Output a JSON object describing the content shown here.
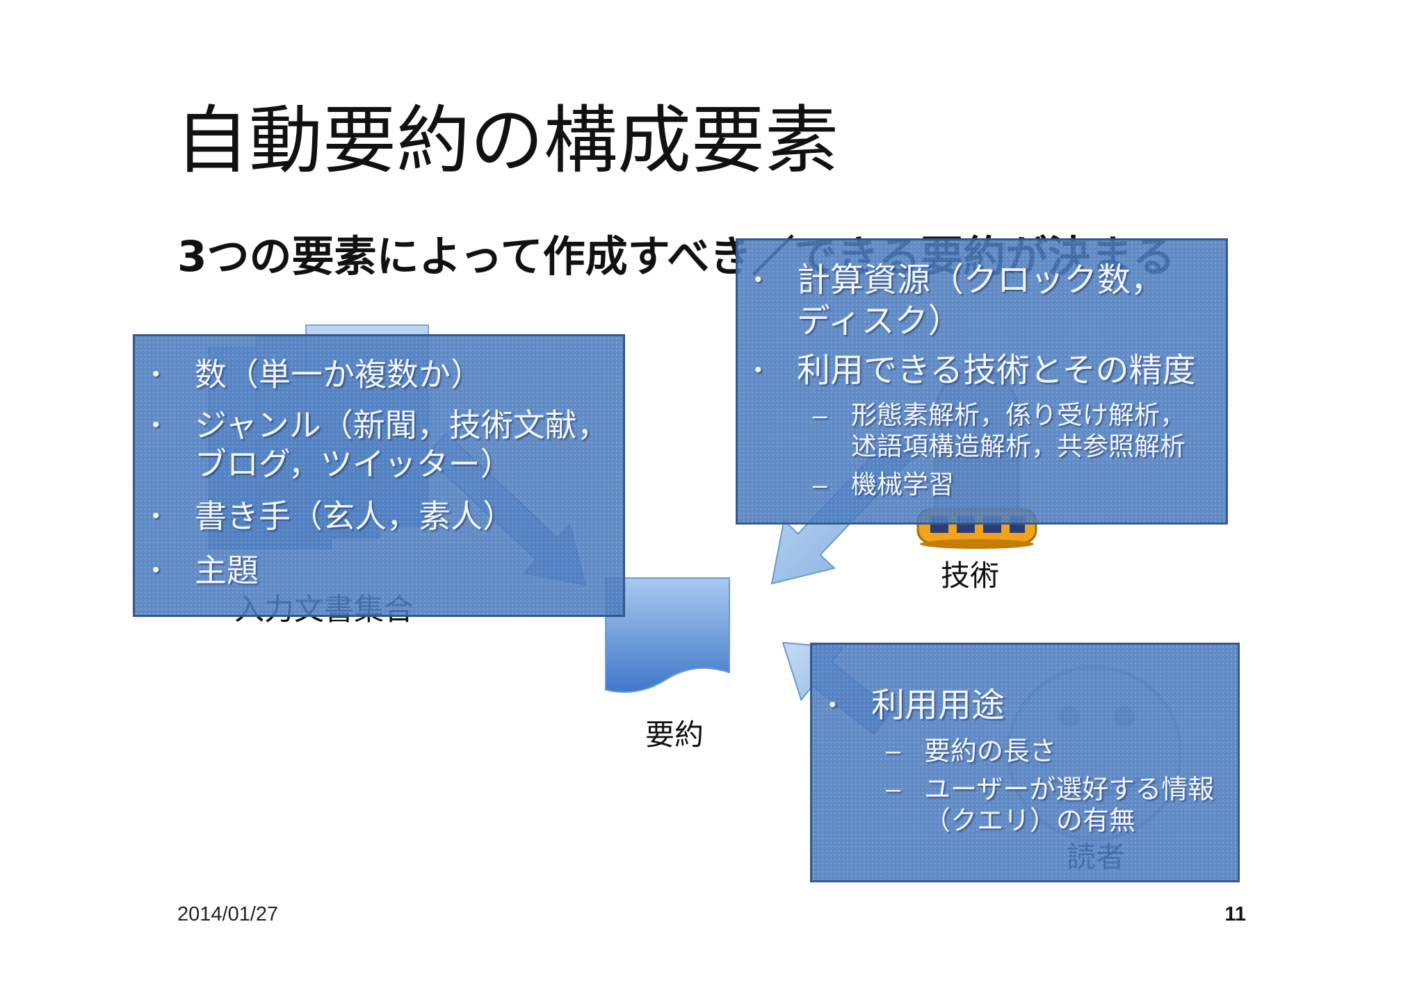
{
  "slide": {
    "title": "自動要約の構成要素",
    "subtitle": "3つの要素によって作成すべき／できる要約が決まる",
    "date": "2014/01/27",
    "page_number": "11"
  },
  "diagram": {
    "input_label": "入力文書集合",
    "summary_label": "要約",
    "technology_label": "技術",
    "reader_label": "読者",
    "icons": {
      "input": "document-stack-icon",
      "summary": "document-icon",
      "technology": "robot-icon",
      "reader": "smiley-face-icon",
      "arrows": "arrow-icon"
    }
  },
  "input_box": {
    "items": [
      {
        "lines": [
          "数（単一か複数か）"
        ]
      },
      {
        "lines": [
          "ジャンル（新聞，技術文献，",
          "ブログ，ツイッター）"
        ]
      },
      {
        "lines": [
          "書き手（玄人，素人）"
        ]
      },
      {
        "lines": [
          "主題"
        ]
      }
    ]
  },
  "technology_box": {
    "items": [
      {
        "lines": [
          "計算資源（クロック数，",
          "ディスク）"
        ]
      },
      {
        "lines": [
          "利用できる技術とその精度"
        ],
        "subitems": [
          {
            "lines": [
              "形態素解析，係り受け解析，",
              "述語項構造解析，共参照解析"
            ]
          },
          {
            "lines": [
              "機械学習"
            ]
          }
        ]
      }
    ]
  },
  "reader_box": {
    "items": [
      {
        "lines": [
          "利用用途"
        ],
        "subitems": [
          {
            "lines": [
              "要約の長さ"
            ]
          },
          {
            "lines": [
              "ユーザーが選好する情報",
              "（クエリ）の有無"
            ]
          }
        ]
      }
    ]
  },
  "colors": {
    "box_fill": "#4a7abe",
    "box_border": "#35598a",
    "box_text": "#f3f6fb",
    "arrow_fill": "#8fb6e3",
    "robot_base": "#f2a31b"
  }
}
